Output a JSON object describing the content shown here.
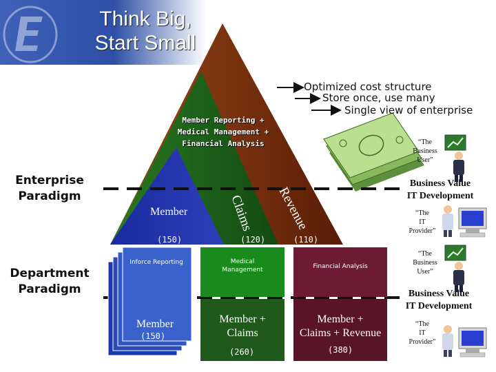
{
  "title": [
    "Think Big,",
    "Start Small"
  ],
  "benefits": [
    "Optimized cost structure",
    "Store once, use many",
    "Single view of enterprise"
  ],
  "member_reporting": [
    "Member Reporting +",
    "Medical Management +",
    "Financial Analysis"
  ],
  "enterprise_label": [
    "Enterprise",
    "Paradigm"
  ],
  "department_label": [
    "Department",
    "Paradigm"
  ],
  "pyramid": {
    "member_label": "Member",
    "claims_label": "Claims",
    "revenue_label": "Revenue",
    "counts": [
      "(150)",
      "(120)",
      "(110)"
    ]
  },
  "cards": {
    "inforce": "Inforce Reporting",
    "medical": "Medical Management",
    "financial": "Financial Analysis",
    "member": "Member",
    "member_count": "(150)",
    "member_claims": [
      "Member +",
      "Claims"
    ],
    "member_claims_count": "(260)",
    "member_claims_revenue": [
      "Member +",
      "Claims + Revenue"
    ],
    "member_claims_revenue_count": "(380)"
  },
  "roles": {
    "business_user": [
      "“The",
      "Business",
      "User”"
    ],
    "it_provider": [
      "“The",
      "IT",
      "Provider”"
    ]
  },
  "business_value": [
    "Business Value",
    "IT Development"
  ],
  "colors": {
    "banner_blue": "#2b4ea6",
    "member_blue": "#1c2f9c",
    "claims_green": "#1f6a1c",
    "revenue_brown": "#8a3a12",
    "card_green": "#1a8a1c",
    "card_darkgreen": "#1f5a1c",
    "card_maroon": "#6a1830"
  }
}
